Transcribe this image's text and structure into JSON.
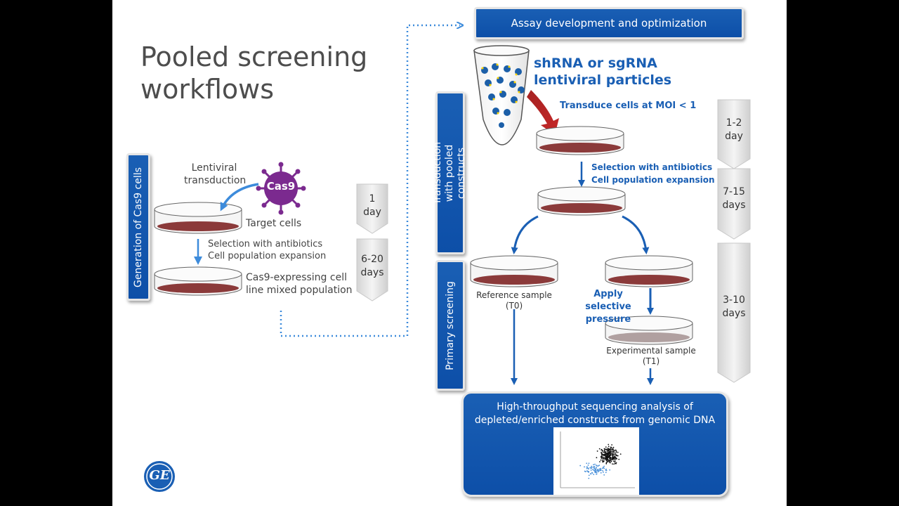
{
  "title": {
    "line1": "Pooled screening",
    "line2": "workflows"
  },
  "header": {
    "assay": "Assay development and optimization"
  },
  "sections": {
    "cas9": "Generation of Cas9 cells",
    "transduction": "Transduction with pooled constructs",
    "primary": "Primary screening"
  },
  "left": {
    "lentiviral": {
      "line1": "Lentiviral",
      "line2": "transduction"
    },
    "cas9_label": "Cas9",
    "target_cells": "Target cells",
    "selection": {
      "line1": "Selection with antibiotics",
      "line2": "Cell population expansion"
    },
    "cas9_line": {
      "line1": "Cas9-expressing cell",
      "line2": "line mixed population"
    }
  },
  "right": {
    "particles": {
      "line1": "shRNA or sgRNA",
      "line2": "lentiviral particles"
    },
    "transduce": "Transduce cells at MOI < 1",
    "selection": {
      "line1": "Selection with antibiotics",
      "line2": "Cell population expansion"
    },
    "reference": {
      "line1": "Reference sample",
      "line2": "(T0)"
    },
    "pressure": {
      "line1": "Apply selective",
      "line2": "pressure"
    },
    "experimental": {
      "line1": "Experimental sample",
      "line2": "(T1)"
    }
  },
  "timeline_left": [
    {
      "line1": "1",
      "line2": "day"
    },
    {
      "line1": "6-20",
      "line2": "days"
    }
  ],
  "timeline_right": [
    {
      "line1": "1-2",
      "line2": "day"
    },
    {
      "line1": "7-15",
      "line2": "days"
    },
    {
      "line1": "3-10",
      "line2": "days"
    }
  ],
  "sequencing": {
    "line1": "High-throughput sequencing analysis of",
    "line2": "depleted/enriched constructs from genomic DNA"
  },
  "logo": {
    "text": "GE"
  },
  "colors": {
    "brand_blue": "#1a5fb4",
    "arrow_blue": "#2f6fc5",
    "dish_red": "#8b3a3a",
    "virus_purple": "#7b2a8f"
  }
}
